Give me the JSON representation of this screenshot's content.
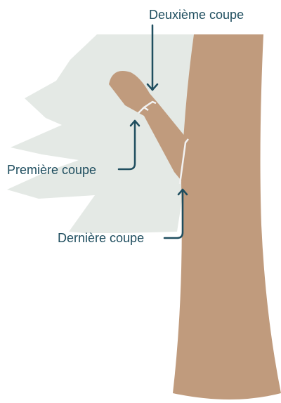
{
  "labels": {
    "second_cut": "Deuxième coupe",
    "first_cut": "Première coupe",
    "final_cut": "Dernière coupe"
  },
  "colors": {
    "background": "#ffffff",
    "foliage": "#e4e9e5",
    "wood": "#c09b7d",
    "cut_line": "#f2f2f2",
    "arrow": "#1f4e5f",
    "text": "#1f4e5f"
  }
}
